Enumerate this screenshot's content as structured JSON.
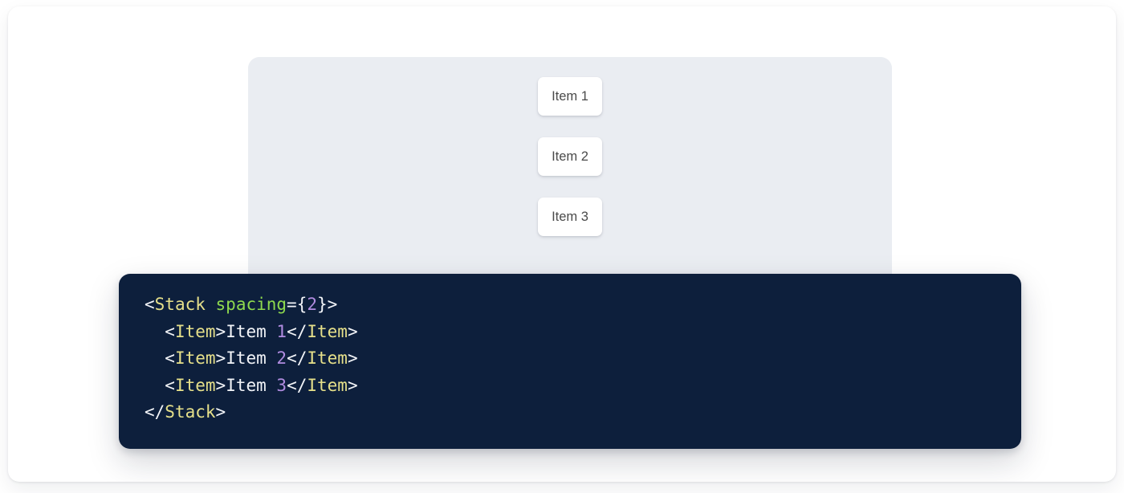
{
  "preview": {
    "panel_background": "#eaedf2",
    "stack": {
      "component": "Stack",
      "spacing": 2,
      "items": [
        {
          "label": "Item 1"
        },
        {
          "label": "Item 2"
        },
        {
          "label": "Item 3"
        }
      ]
    }
  },
  "code_panel": {
    "background": "#0d1f3c",
    "language": "jsx",
    "colors": {
      "punctuation": "#f2f4f8",
      "tag": "#e6e08a",
      "attribute": "#8ed94e",
      "number": "#b08ce0",
      "text": "#f2f4f8"
    },
    "lines": [
      {
        "indent": "",
        "tokens": [
          {
            "t": "punct",
            "v": "<"
          },
          {
            "t": "tag",
            "v": "Stack"
          },
          {
            "t": "punct",
            "v": " "
          },
          {
            "t": "attr",
            "v": "spacing"
          },
          {
            "t": "punct",
            "v": "={"
          },
          {
            "t": "num",
            "v": "2"
          },
          {
            "t": "punct",
            "v": "}>"
          }
        ]
      },
      {
        "indent": "  ",
        "tokens": [
          {
            "t": "punct",
            "v": "<"
          },
          {
            "t": "tag",
            "v": "Item"
          },
          {
            "t": "punct",
            "v": ">"
          },
          {
            "t": "text",
            "v": "Item "
          },
          {
            "t": "num",
            "v": "1"
          },
          {
            "t": "punct",
            "v": "</"
          },
          {
            "t": "tag",
            "v": "Item"
          },
          {
            "t": "punct",
            "v": ">"
          }
        ]
      },
      {
        "indent": "  ",
        "tokens": [
          {
            "t": "punct",
            "v": "<"
          },
          {
            "t": "tag",
            "v": "Item"
          },
          {
            "t": "punct",
            "v": ">"
          },
          {
            "t": "text",
            "v": "Item "
          },
          {
            "t": "num",
            "v": "2"
          },
          {
            "t": "punct",
            "v": "</"
          },
          {
            "t": "tag",
            "v": "Item"
          },
          {
            "t": "punct",
            "v": ">"
          }
        ]
      },
      {
        "indent": "  ",
        "tokens": [
          {
            "t": "punct",
            "v": "<"
          },
          {
            "t": "tag",
            "v": "Item"
          },
          {
            "t": "punct",
            "v": ">"
          },
          {
            "t": "text",
            "v": "Item "
          },
          {
            "t": "num",
            "v": "3"
          },
          {
            "t": "punct",
            "v": "</"
          },
          {
            "t": "tag",
            "v": "Item"
          },
          {
            "t": "punct",
            "v": ">"
          }
        ]
      },
      {
        "indent": "",
        "tokens": [
          {
            "t": "punct",
            "v": "</"
          },
          {
            "t": "tag",
            "v": "Stack"
          },
          {
            "t": "punct",
            "v": ">"
          }
        ]
      }
    ]
  }
}
